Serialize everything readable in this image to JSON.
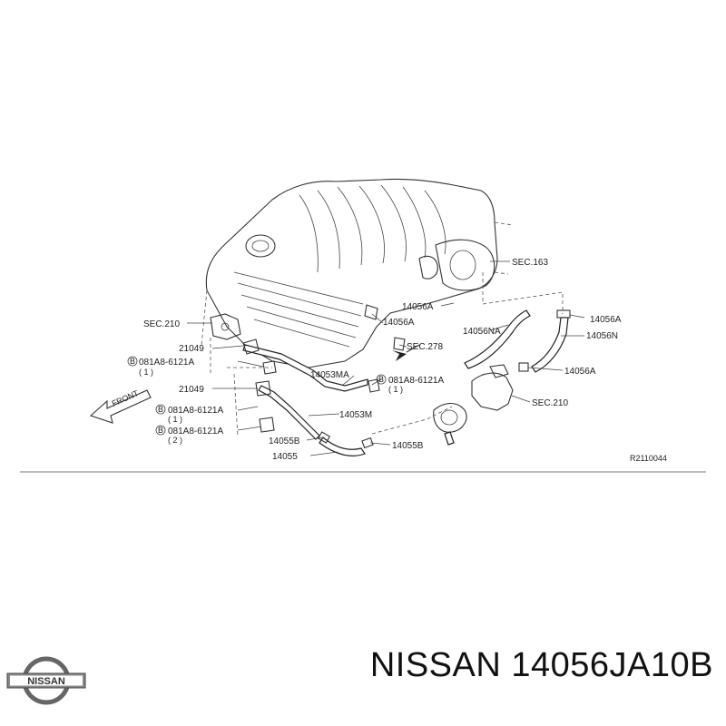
{
  "diagram": {
    "code": "R2110044",
    "front": "FRONT",
    "labels": {
      "sec210_left": "SEC.210",
      "p21049_a": "21049",
      "bolt1_code": "081A8-6121A",
      "bolt1_qty": "( 1 )",
      "p21049_b": "21049",
      "bolt2_code": "081A8-6121A",
      "bolt2_qty": "( 1 )",
      "bolt3_code": "081A8-6121A",
      "bolt3_qty": "( 2 )",
      "p14055b_left": "14055B",
      "p14055": "14055",
      "p14053ma": "14053MA",
      "p14053m": "14053M",
      "p14056a_c1": "14056A",
      "p14056a_c2": "14056A",
      "sec278": "SEC.278",
      "bolt4_code": "081A8-6121A",
      "bolt4_qty": "( 1 )",
      "p14055b_right": "14055B",
      "sec163": "SEC.163",
      "p14056na": "14056NA",
      "p14056a_r1": "14056A",
      "p14056n": "14056N",
      "p14056a_r2": "14056A",
      "sec210_right": "SEC.210",
      "bolt_marker": "B"
    }
  },
  "brand": {
    "logo_text": "NISSAN",
    "title": "NISSAN 14056JA10B"
  },
  "colors": {
    "line": "#333333",
    "text": "#222222",
    "background": "#ffffff"
  }
}
